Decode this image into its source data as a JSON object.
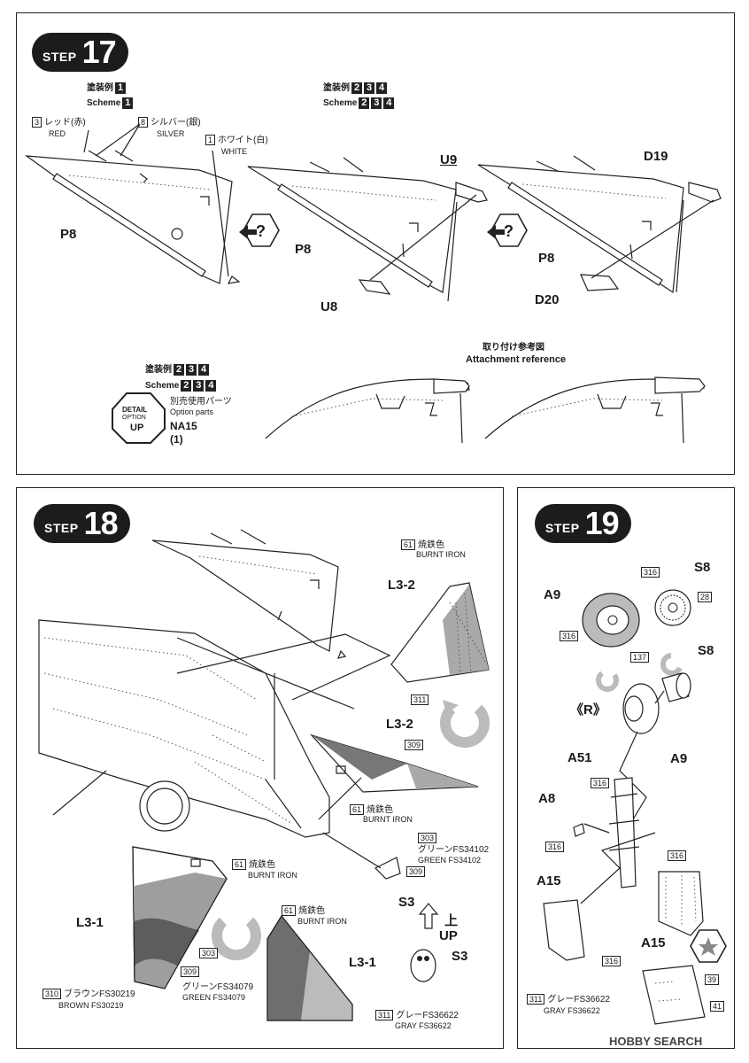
{
  "steps": {
    "s17": "17",
    "s18": "18",
    "s19": "19",
    "word": "STEP"
  },
  "step17": {
    "scheme1_jp": "塗装例",
    "scheme1_en": "Scheme",
    "scheme1_num": "1",
    "scheme234_jp": "塗装例",
    "scheme234_en": "Scheme",
    "nums": [
      "2",
      "3",
      "4"
    ],
    "red": {
      "code": "3",
      "jp": "レッド(赤)",
      "en": "RED"
    },
    "silver": {
      "code": "8",
      "jp": "シルバー(銀)",
      "en": "SILVER"
    },
    "white": {
      "code": "1",
      "jp": "ホワイト(白)",
      "en": "WHITE"
    },
    "parts": {
      "p8a": "P8",
      "p8b": "P8",
      "p8c": "P8",
      "u9": "U9",
      "u8": "U8",
      "d19": "D19",
      "d20": "D20"
    },
    "attach_jp": "取り付け参考図",
    "attach_en": "Attachment reference",
    "option": {
      "jp": "別売使用パーツ",
      "en": "Option parts",
      "part": "NA15",
      "qty": "(1)",
      "badge1": "DETAIL",
      "badge2": "OPTION",
      "badge3": "UP"
    }
  },
  "step18": {
    "l32a": "L3-2",
    "l32b": "L3-2",
    "l31a": "L3-1",
    "l31b": "L3-1",
    "s3a": "S3",
    "s3b": "S3",
    "up_jp": "上",
    "up_en": "UP",
    "burnt": {
      "code": "61",
      "jp": "焼鉄色",
      "en": "BURNT IRON"
    },
    "c311": "311",
    "c309": "309",
    "c303": "303",
    "c310": "310",
    "green102": {
      "code": "303",
      "jp": "グリーンFS34102",
      "en": "GREEN FS34102"
    },
    "brown": {
      "code": "310",
      "jp": "ブラウンFS30219",
      "en": "BROWN FS30219"
    },
    "green079": {
      "code": "309",
      "jp": "グリーンFS34079",
      "en": "GREEN FS34079"
    },
    "gray": {
      "code": "311",
      "jp": "グレーFS36622",
      "en": "GRAY FS36622"
    }
  },
  "step19": {
    "a9a": "A9",
    "a9b": "A9",
    "s8a": "S8",
    "s8b": "S8",
    "r": "《R》",
    "a51": "A51",
    "a8": "A8",
    "a15a": "A15",
    "a15b": "A15",
    "c316": "316",
    "c28": "28",
    "c137": "137",
    "c39": "39",
    "c41": "41",
    "gray": {
      "code": "311",
      "jp": "グレーFS36622",
      "en": "GRAY FS36622"
    }
  },
  "watermark": "HOBBY SEARCH"
}
